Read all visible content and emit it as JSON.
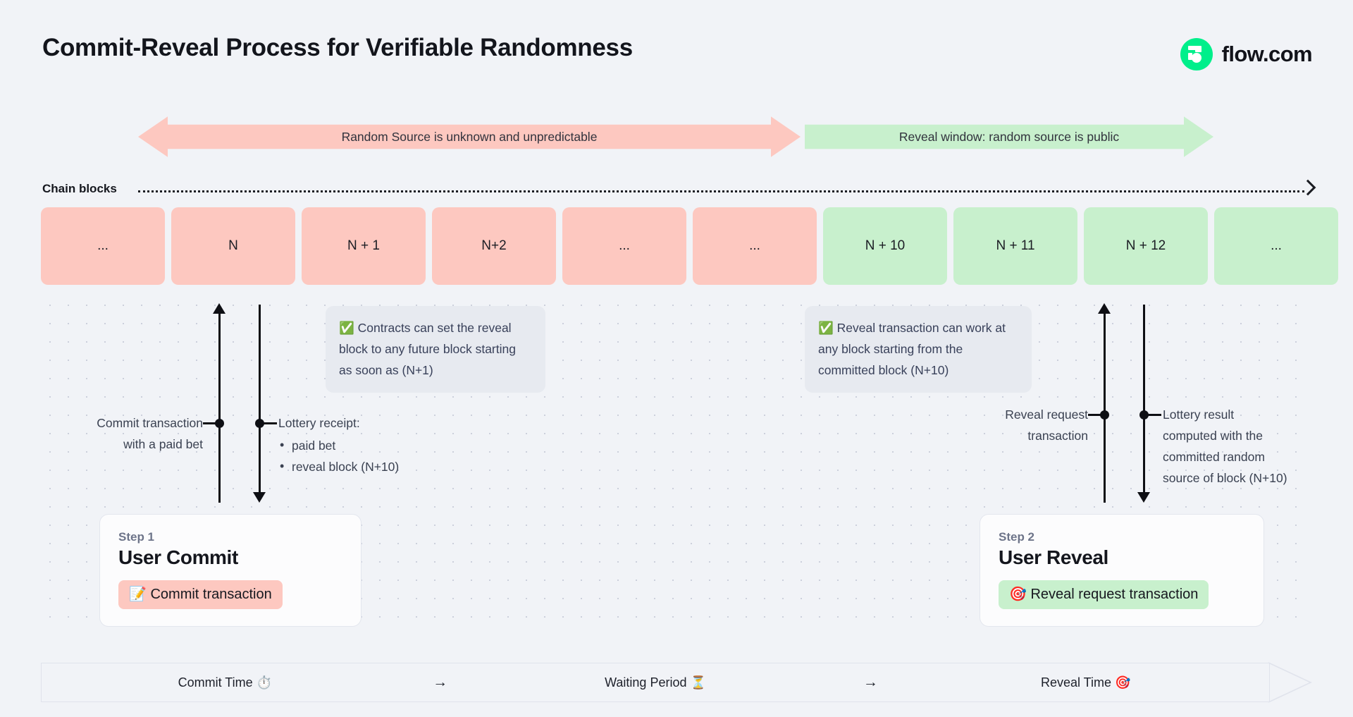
{
  "header": {
    "title": "Commit-Reveal Process for Verifiable Randomness",
    "brand_name": "flow.com",
    "brand_icon": "flow-logo-icon",
    "brand_color": "#00ef8b"
  },
  "banners": [
    {
      "id": "unknown-phase",
      "label": "Random Source is unknown and unpredictable",
      "color": "#fdc8c0",
      "direction": "double"
    },
    {
      "id": "reveal-phase",
      "label": "Reveal window: random source is public",
      "color": "#c8f0cd",
      "direction": "right"
    }
  ],
  "chain": {
    "label": "Chain blocks",
    "line_style": "dotted",
    "end_arrow_icon": "chevron-right-icon",
    "blocks": [
      {
        "label": "...",
        "state": "unknown"
      },
      {
        "label": "N",
        "state": "unknown"
      },
      {
        "label": "N + 1",
        "state": "unknown"
      },
      {
        "label": "N+2",
        "state": "unknown"
      },
      {
        "label": "...",
        "state": "unknown"
      },
      {
        "label": "...",
        "state": "unknown"
      },
      {
        "label": "N + 10",
        "state": "revealed"
      },
      {
        "label": "N + 11",
        "state": "revealed"
      },
      {
        "label": "N + 12",
        "state": "revealed"
      },
      {
        "label": "...",
        "state": "revealed"
      }
    ],
    "colors": {
      "unknown": "#fdc8c0",
      "revealed": "#c8f0cd"
    }
  },
  "callouts": [
    {
      "id": "contracts-note",
      "icon": "check-mark-button-emoji",
      "emoji": "✅",
      "text": "Contracts can set the reveal block to any future block starting as soon as (N+1)"
    },
    {
      "id": "reveal-note",
      "icon": "check-mark-button-emoji",
      "emoji": "✅",
      "text": "Reveal transaction can work at any block starting from the committed block (N+10)"
    }
  ],
  "annotations": {
    "commit_tx": {
      "line1": "Commit transaction",
      "line2": "with a paid bet"
    },
    "lottery_receipt": {
      "title": "Lottery receipt:",
      "bullets": [
        "paid bet",
        "reveal block (N+10)"
      ]
    },
    "reveal_request": {
      "line1": "Reveal request",
      "line2": "transaction"
    },
    "lottery_result": {
      "line1": "Lottery result",
      "line2": "computed with the",
      "line3": "committed random",
      "line4": "source of block (N+10)"
    }
  },
  "steps": [
    {
      "id": "step-1",
      "step_label": "Step 1",
      "title": "User Commit",
      "chip_emoji": "📝",
      "chip_icon": "memo-emoji",
      "chip_label": "Commit transaction",
      "chip_color": "#fdc8c0"
    },
    {
      "id": "step-2",
      "step_label": "Step 2",
      "title": "User Reveal",
      "chip_emoji": "🎯",
      "chip_icon": "direct-hit-emoji",
      "chip_label": "Reveal request transaction",
      "chip_color": "#c8f0cd"
    }
  ],
  "timeline": {
    "phases": [
      {
        "label": "Commit Time ⏱️",
        "icon": "stopwatch-emoji"
      },
      {
        "label": "Waiting Period ⏳",
        "icon": "hourglass-emoji"
      },
      {
        "label": "Reveal Time 🎯",
        "icon": "direct-hit-emoji"
      }
    ],
    "separator": "→"
  }
}
